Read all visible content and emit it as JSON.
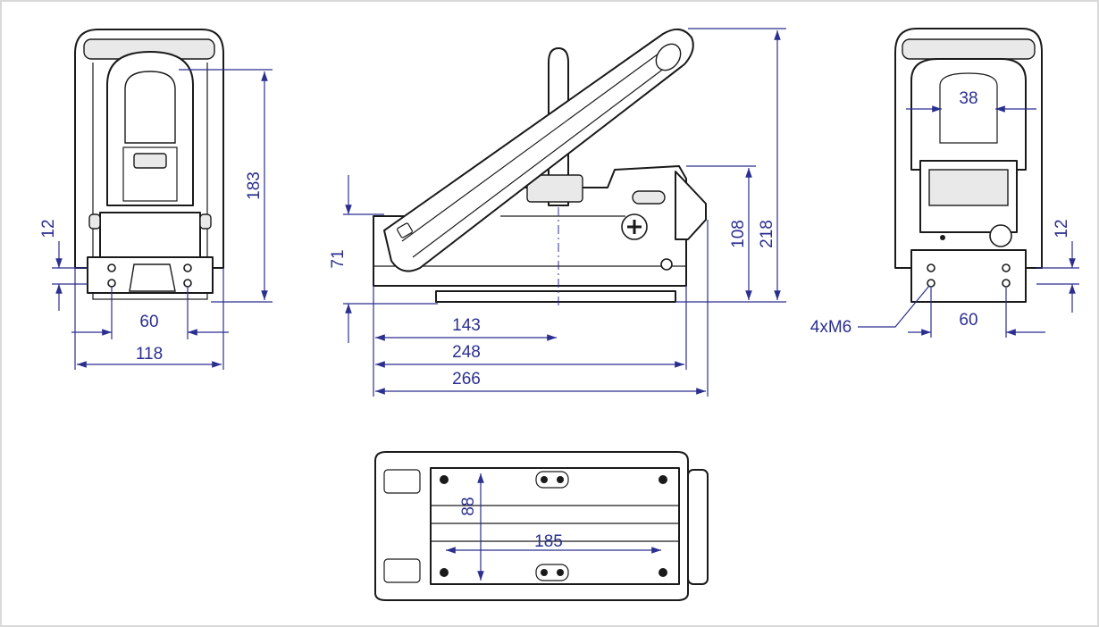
{
  "dimensions": {
    "front_height": "183",
    "front_offset": "12",
    "front_hole_spacing": "60",
    "front_width": "118",
    "side_base_height": "71",
    "side_body_height": "108",
    "side_total_height": "218",
    "side_handle_pos": "143",
    "side_body_length": "248",
    "side_total_length": "266",
    "rear_inner_width": "38",
    "rear_offset": "12",
    "rear_hole_spacing": "60",
    "rear_thread_callout": "4xM6",
    "bottom_width": "88",
    "bottom_hole_spacing": "185"
  },
  "colors": {
    "dimension_line": "#2b2f8f",
    "outline": "#1a1a1a"
  }
}
